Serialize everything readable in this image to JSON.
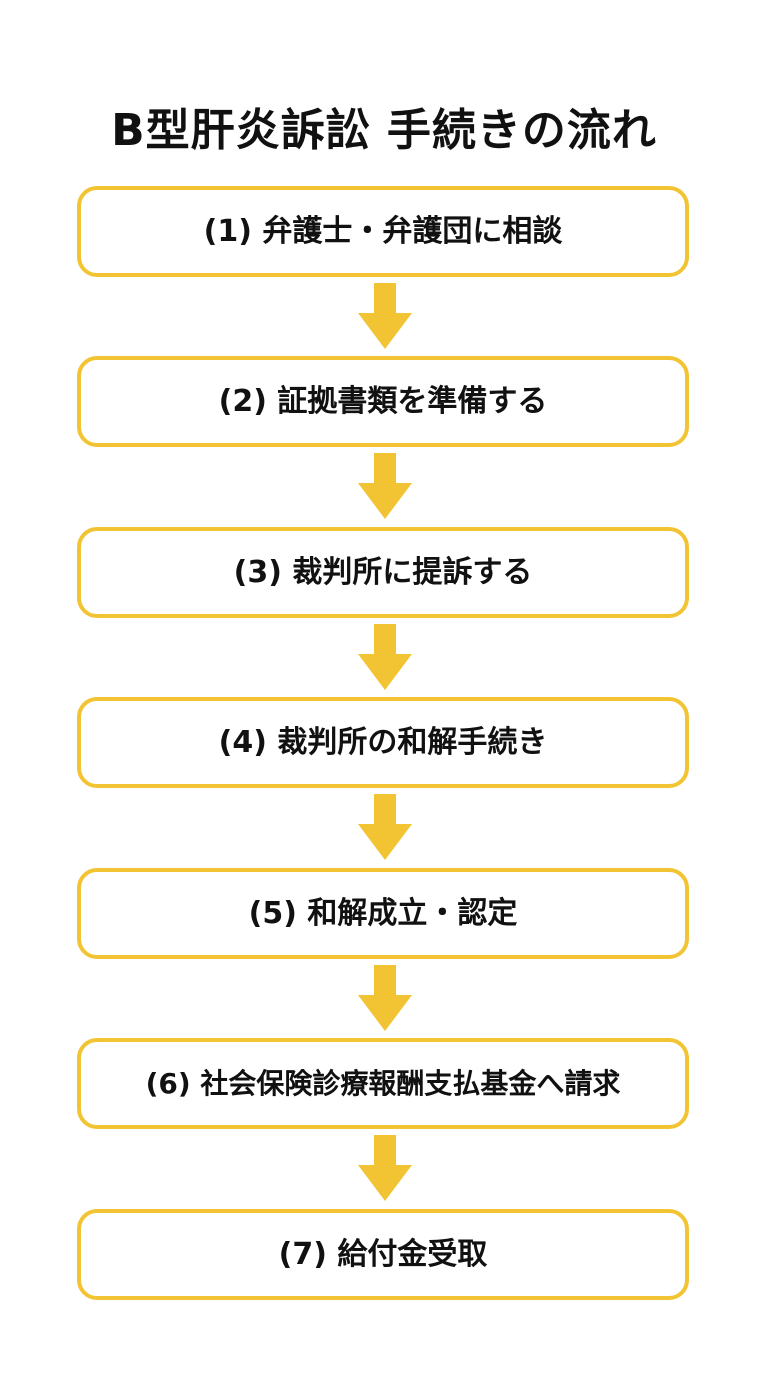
{
  "title": "B型肝炎訴訟 手続きの流れ",
  "colors": {
    "box_border": "#F2C433",
    "arrow": "#F2C433",
    "text": "#111111",
    "background": "#ffffff"
  },
  "steps": [
    {
      "label": "(1) 弁護士・弁護団に相談"
    },
    {
      "label": "(2) 証拠書類を準備する"
    },
    {
      "label": "(3) 裁判所に提訴する"
    },
    {
      "label": "(4) 裁判所の和解手続き"
    },
    {
      "label": "(5) 和解成立・認定"
    },
    {
      "label": "(6) 社会保険診療報酬支払基金へ請求"
    },
    {
      "label": "(7) 給付金受取"
    }
  ],
  "arrow_icon": "arrow-down-icon"
}
